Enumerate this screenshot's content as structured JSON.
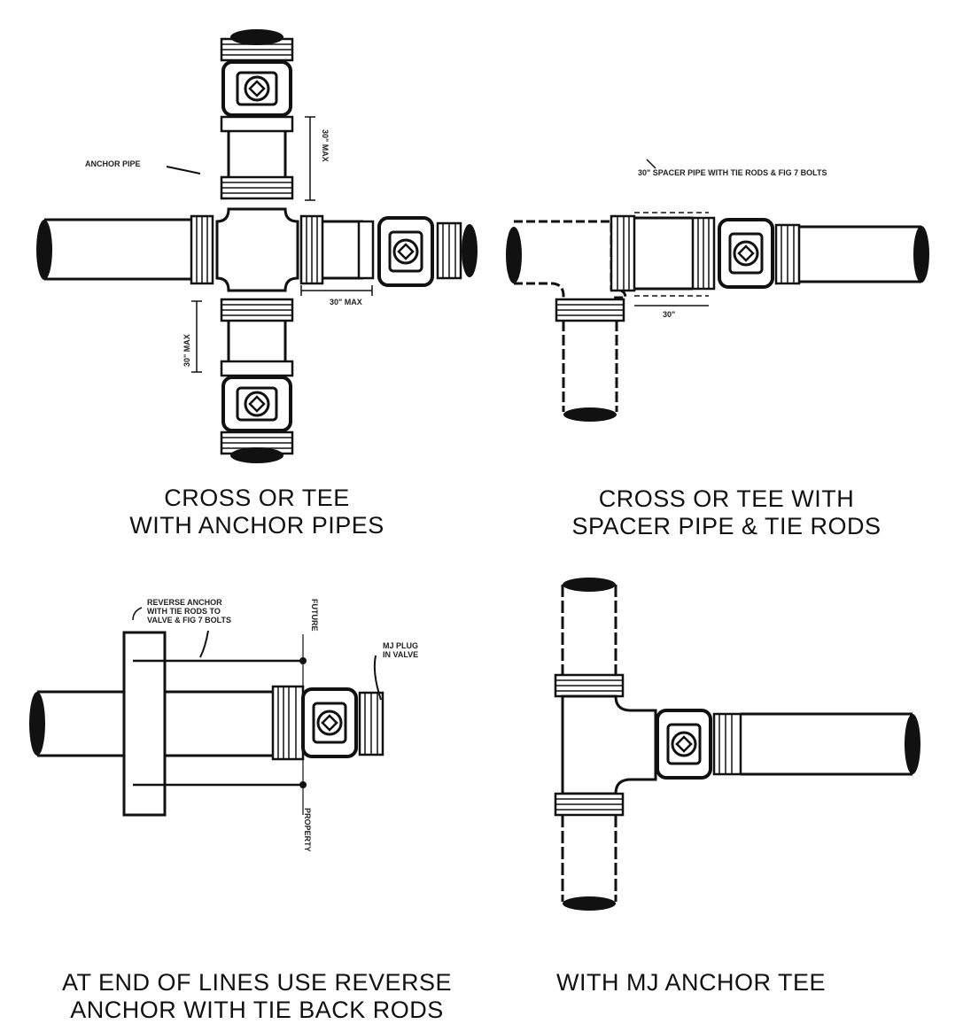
{
  "captions": {
    "top_left": [
      "CROSS OR TEE",
      "WITH ANCHOR PIPES"
    ],
    "top_right": [
      "CROSS OR TEE WITH",
      "SPACER PIPE & TIE RODS"
    ],
    "bottom_left": [
      "AT END OF LINES USE REVERSE",
      "ANCHOR WITH TIE BACK RODS"
    ],
    "bottom_right": [
      "WITH MJ ANCHOR TEE"
    ]
  },
  "notes": {
    "anchor_pipe": "ANCHOR PIPE",
    "spacer_pipe": "30\" SPACER PIPE WITH TIE RODS & FIG 7 BOLTS",
    "reverse_anchor": [
      "REVERSE ANCHOR",
      "WITH TIE RODS TO",
      "VALVE & FIG 7 BOLTS"
    ],
    "mj_plug": [
      "MJ PLUG",
      "IN VALVE"
    ],
    "future": "FUTURE",
    "property": "PROPERTY"
  },
  "dimensions": {
    "top_vertical": "30\" MAX",
    "bottom_vertical": "30\" MAX",
    "right_horizontal": "30\" MAX",
    "spacer": "30\""
  },
  "colors": {
    "ink": "#111111",
    "paper": "#ffffff"
  }
}
